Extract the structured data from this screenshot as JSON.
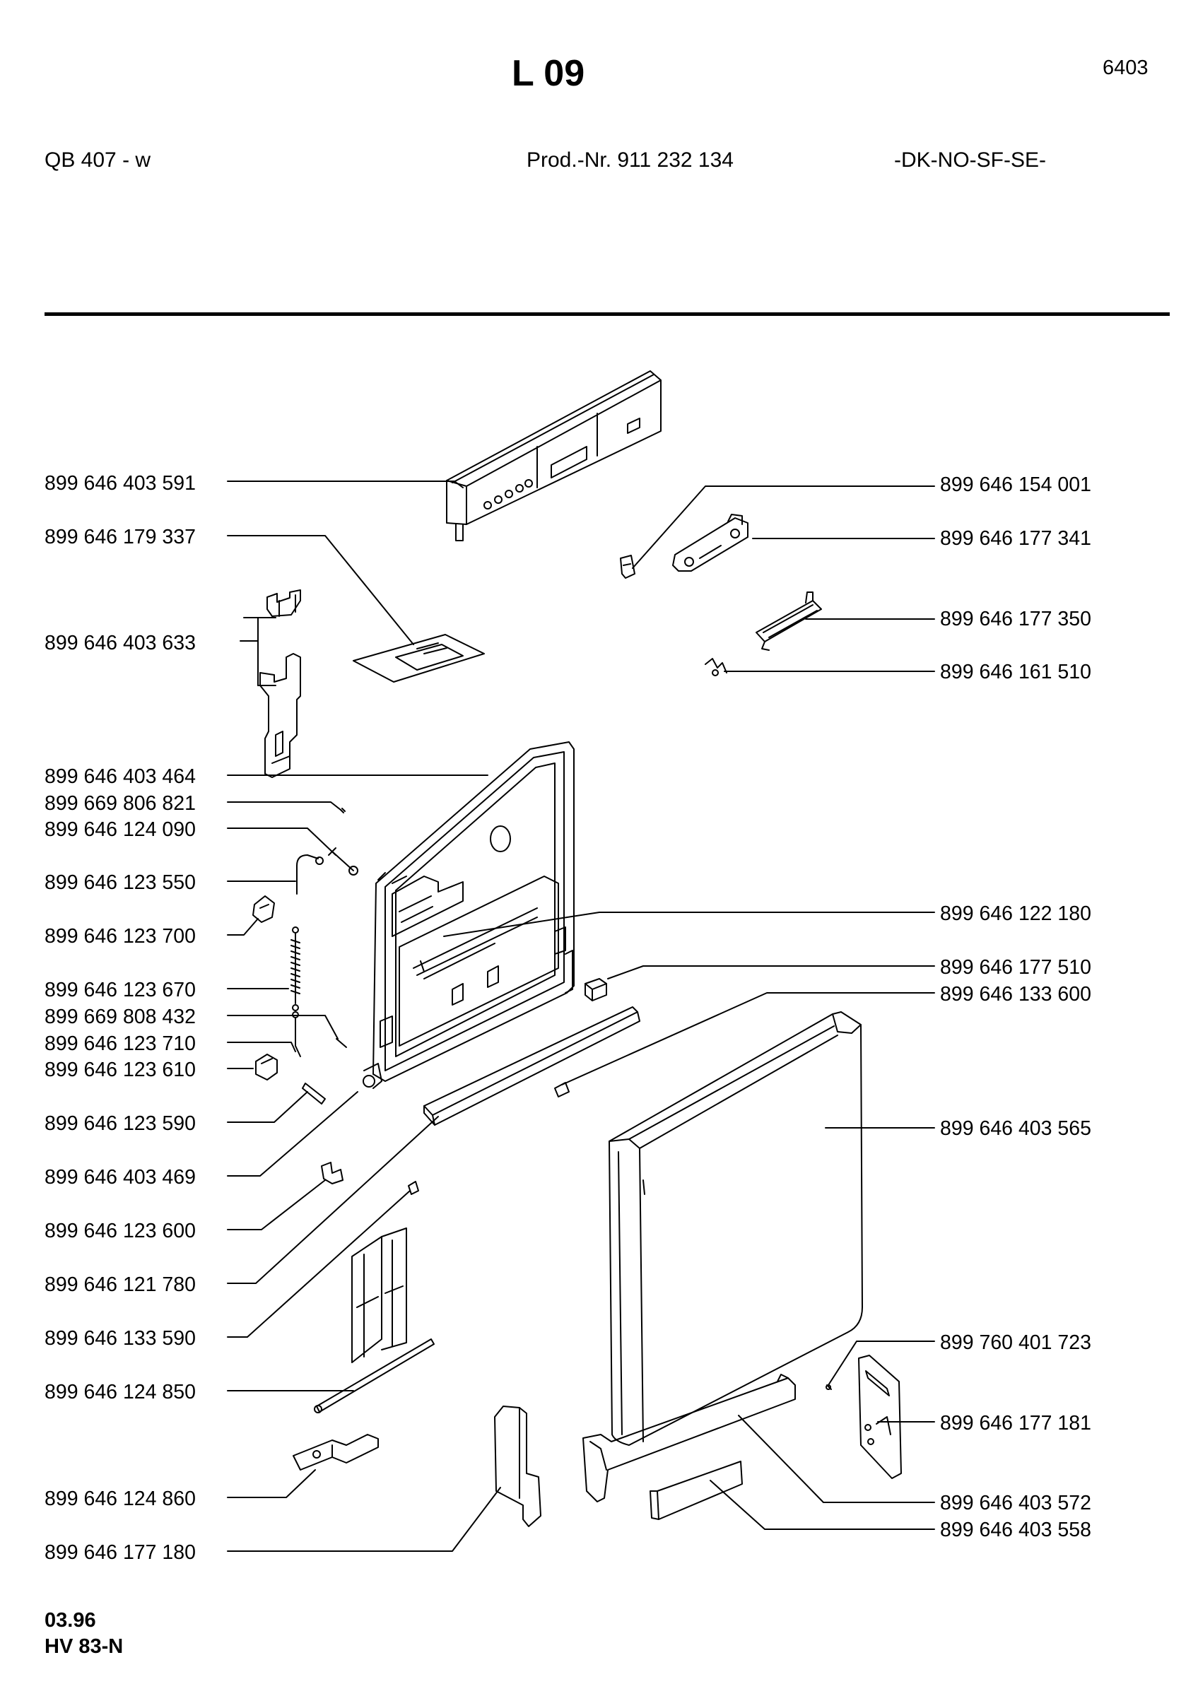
{
  "header": {
    "title": "L 09",
    "code": "6403",
    "model": "QB 407 - w",
    "prod_nr": "Prod.-Nr. 911 232 134",
    "countries": "-DK-NO-SF-SE-"
  },
  "footer": {
    "date": "03.96",
    "ref": "HV 83-N"
  },
  "parts_left": [
    "899 646 403 591",
    "899 646 179 337",
    "899 646 403 633",
    "899 646 403 464",
    "899 669 806 821",
    "899 646 124 090",
    "899 646 123 550",
    "899 646 123 700",
    "899 646 123 670",
    "899 669 808 432",
    "899 646 123 710",
    "899 646 123 610",
    "899 646 123 590",
    "899 646 403 469",
    "899 646 123 600",
    "899 646 121 780",
    "899 646 133 590",
    "899 646 124 850",
    "899 646 124 860",
    "899 646 177 180"
  ],
  "parts_right": [
    "899 646 154 001",
    "899 646 177 341",
    "899 646 177 350",
    "899 646 161 510",
    "899 646 122 180",
    "899 646 177 510",
    "899 646 133 600",
    "899 646 403 565",
    "899 760 401 723",
    "899 646 177 181",
    "899 646 403 572",
    "899 646 403 558"
  ]
}
